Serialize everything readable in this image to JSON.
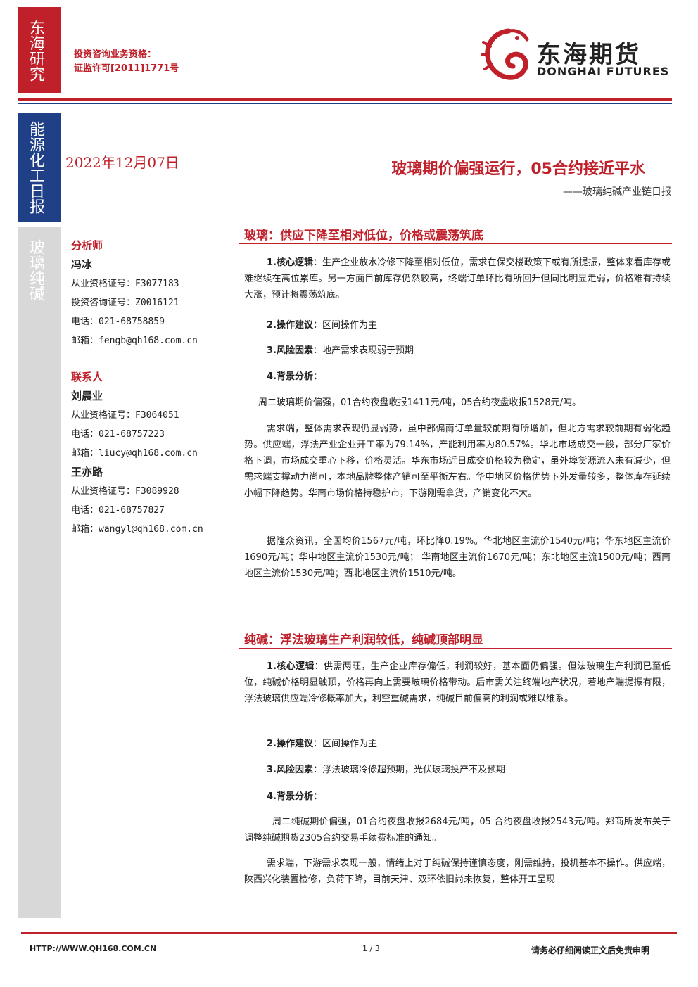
{
  "sidebar": {
    "org": "东海研究",
    "category": "能源化工日报",
    "topic": "玻璃纯碱"
  },
  "header": {
    "qualification_line1": "投资咨询业务资格：",
    "qualification_line2": "证监许可[2011]1771号",
    "logo_cn": "东海期货",
    "logo_en": "DONGHAI FUTURES"
  },
  "report": {
    "date": "2022年12月07日",
    "title": "玻璃期价偏强运行，05合约接近平水",
    "subtitle": "——玻璃纯碱产业链日报"
  },
  "contacts": {
    "analyst_heading": "分析师",
    "analyst_name": "冯冰",
    "analyst_cert": "从业资格证号：F3077183",
    "analyst_advisory": "投资咨询证号：Z0016121",
    "analyst_phone": "电话：021-68758859",
    "analyst_email": "邮箱：fengb@qh168.com.cn",
    "contact_heading": "联系人",
    "contact1_name": "刘晨业",
    "contact1_cert": "从业资格证号：F3064051",
    "contact1_phone": "电话：021-68757223",
    "contact1_email": "邮箱：liucy@qh168.com.cn",
    "contact2_name": "王亦路",
    "contact2_cert": "从业资格证号：F3089928",
    "contact2_phone": "电话：021-68757827",
    "contact2_email": "邮箱：wangyl@qh168.com.cn"
  },
  "glass": {
    "heading": "玻璃：供应下降至相对低位，价格或震荡筑底",
    "logic_label": "1.核心逻辑",
    "logic_text": "：生产企业放水冷修下降至相对低位，需求在保交楼政策下或有所提振，整体来看库存或难继续在高位累库。另一方面目前库存仍然较高，终端订单环比有所回升但同比明显走弱，价格难有持续大涨，预计将震荡筑底。",
    "op_label": "2.操作建议",
    "op_text": "：区间操作为主",
    "risk_label": "3.风险因素",
    "risk_text": "：地产需求表现弱于预期",
    "bg_label": "4.背景分析",
    "bg_colon": "：",
    "p1": "周二玻璃期价偏强，01合约夜盘收报1411元/吨，05合约夜盘收报1528元/吨。",
    "p2": "需求端，整体需求表现仍显弱势，虽中部偏南订单量较前期有所增加，但北方需求较前期有弱化趋势。供应端，浮法产业企业开工率为79.14%，产能利用率为80.57%。华北市场成交一般，部分厂家价格下调，市场成交重心下移，价格灵活。华东市场近日成交价格较为稳定，虽外埠货源流入未有减少，但需求端支撑动力尚可，本地品牌整体产销可至平衡左右。华中地区价格优势下外发量较多，整体库存延续小幅下降趋势。华南市场价格持稳护市，下游刚需拿货，产销变化不大。",
    "p3": "据隆众资讯，全国均价1567元/吨，环比降0.19%。华北地区主流价1540元/吨；华东地区主流价1690元/吨；华中地区主流价1530元/吨； 华南地区主流价1670元/吨；东北地区主流1500元/吨；西南地区主流价1530元/吨；西北地区主流价1510元/吨。"
  },
  "soda": {
    "heading": "纯碱：浮法玻璃生产利润较低，纯碱顶部明显",
    "logic_label": "1.核心逻辑",
    "logic_text": "：供需两旺，生产企业库存偏低，利润较好，基本面仍偏强。但法玻璃生产利润已至低位，纯碱价格明显触顶，价格再向上需要玻璃价格带动。后市需关注终端地产状况，若地产端提振有限，浮法玻璃供应端冷修概率加大，利空重碱需求，纯碱目前偏高的利润或难以维系。",
    "op_label": "2.操作建议",
    "op_text": "：区间操作为主",
    "risk_label": "3.风险因素",
    "risk_text": "：浮法玻璃冷修超预期，光伏玻璃投产不及预期",
    "bg_label": "4.背景分析",
    "bg_colon": "：",
    "p1": "周二纯碱期价偏强，01合约夜盘收报2684元/吨，05 合约夜盘收报2543元/吨。郑商所发布关于调整纯碱期货2305合约交易手续费标准的通知。",
    "p2": "需求端，下游需求表现一般，情绪上对于纯碱保持谨慎态度，刚需维持，投机基本不操作。供应端，陕西兴化装置检修，负荷下降，目前天津、双环依旧尚未恢复，整体开工呈现"
  },
  "footer": {
    "url": "HTTP://WWW.QH168.COM.CN",
    "page": "1 / 3",
    "disclaimer": "请务必仔细阅读正文后免责申明"
  },
  "colors": {
    "accent_red": "#c0202a",
    "accent_blue": "#1f3f87",
    "sidebar_gray": "#d8d8d8"
  }
}
